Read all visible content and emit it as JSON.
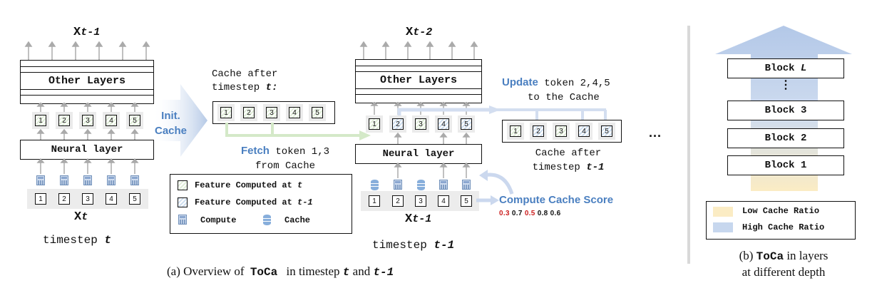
{
  "left": {
    "x_label_prefix": "X",
    "x_label_sub": "t-1",
    "other_layers": "Other Layers",
    "neural_layer": "Neural layer",
    "tokens": [
      "1",
      "2",
      "3",
      "4",
      "5"
    ],
    "input_prefix": "X",
    "input_sub": "t",
    "timestep_word": "timestep",
    "timestep_var": "t"
  },
  "init_cache": {
    "line1": "Init.",
    "line2": "Cache"
  },
  "cache_after_t": {
    "line1": "Cache after",
    "line2_word": "timestep",
    "line2_var": "t:",
    "tokens": [
      "1",
      "2",
      "3",
      "4",
      "5"
    ]
  },
  "fetch": {
    "keyword": "Fetch",
    "rest": "token 1,3",
    "line2": "from Cache"
  },
  "legend": {
    "item1_text": "Feature Computed at",
    "item1_var": "t",
    "item2_text": "Feature Computed at",
    "item2_var": "t-1",
    "compute": "Compute",
    "cache": "Cache"
  },
  "middle": {
    "x_label_prefix": "X",
    "x_label_sub": "t-2",
    "other_layers": "Other Layers",
    "neural_layer": "Neural layer",
    "tokens": [
      "1",
      "2",
      "3",
      "4",
      "5"
    ],
    "input_prefix": "X",
    "input_sub": "t-1",
    "timestep_word": "timestep",
    "timestep_var": "t-1"
  },
  "update": {
    "keyword": "Update",
    "rest": "token 2,4,5",
    "line2": "to the Cache"
  },
  "cache_after_t1": {
    "line1": "Cache after",
    "line2_word": "timestep",
    "line2_var": "t-1",
    "tokens": [
      "1",
      "2",
      "3",
      "4",
      "5"
    ]
  },
  "compute_score": {
    "label": "Compute Cache Score",
    "scores": [
      {
        "value": "0.3",
        "highlight": true
      },
      {
        "value": "0.7",
        "highlight": false
      },
      {
        "value": "0.5",
        "highlight": true
      },
      {
        "value": "0.8",
        "highlight": false
      },
      {
        "value": "0.6",
        "highlight": false
      }
    ]
  },
  "ellipsis": "...",
  "caption_a": {
    "prefix": "(a) Overview of",
    "method": "ToCa",
    "middle": "in timestep",
    "var1": "t",
    "and": "and",
    "var2": "t-1"
  },
  "right": {
    "blocks": [
      {
        "label": "Block",
        "index": "L",
        "italic": true
      },
      {
        "label": "Block",
        "index": "3",
        "italic": false
      },
      {
        "label": "Block",
        "index": "2",
        "italic": false
      },
      {
        "label": "Block",
        "index": "1",
        "italic": false
      }
    ],
    "vdots": "⋮",
    "legend_low": "Low Cache Ratio",
    "legend_high": "High Cache Ratio",
    "low_color": "#fbecc4",
    "high_color": "#c7d7ee"
  },
  "caption_b": {
    "prefix": "(b)",
    "method": "ToCa",
    "rest": "in layers",
    "line2": "at different depth"
  }
}
